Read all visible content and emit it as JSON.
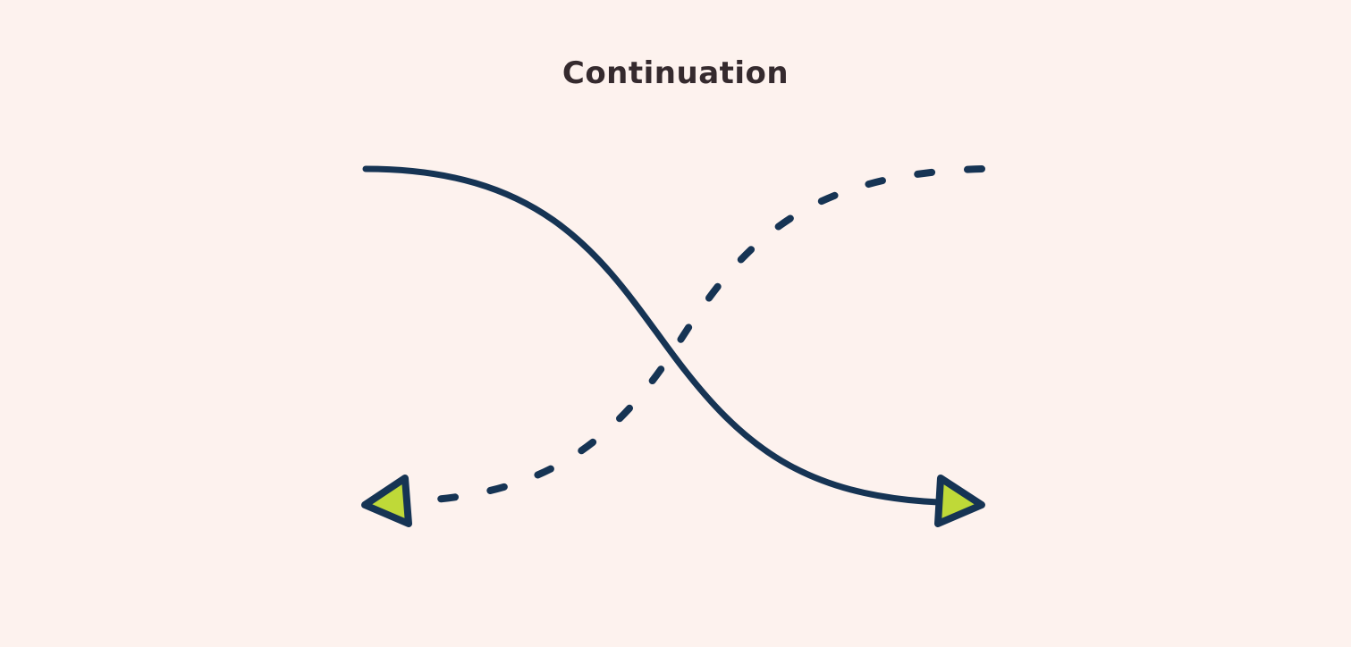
{
  "title": "Continuation",
  "colors": {
    "background": "#fdf2ee",
    "line": "#163454",
    "arrowhead_fill": "#bfd938",
    "title_text": "#352a2e"
  },
  "diagram": {
    "solid_curve": {
      "style": "solid",
      "from": "top-left",
      "to": "bottom-right",
      "arrowhead": "right-pointing-triangle"
    },
    "dashed_curve": {
      "style": "dashed",
      "from": "top-right",
      "to": "bottom-left",
      "arrowhead": "left-pointing-triangle"
    }
  }
}
